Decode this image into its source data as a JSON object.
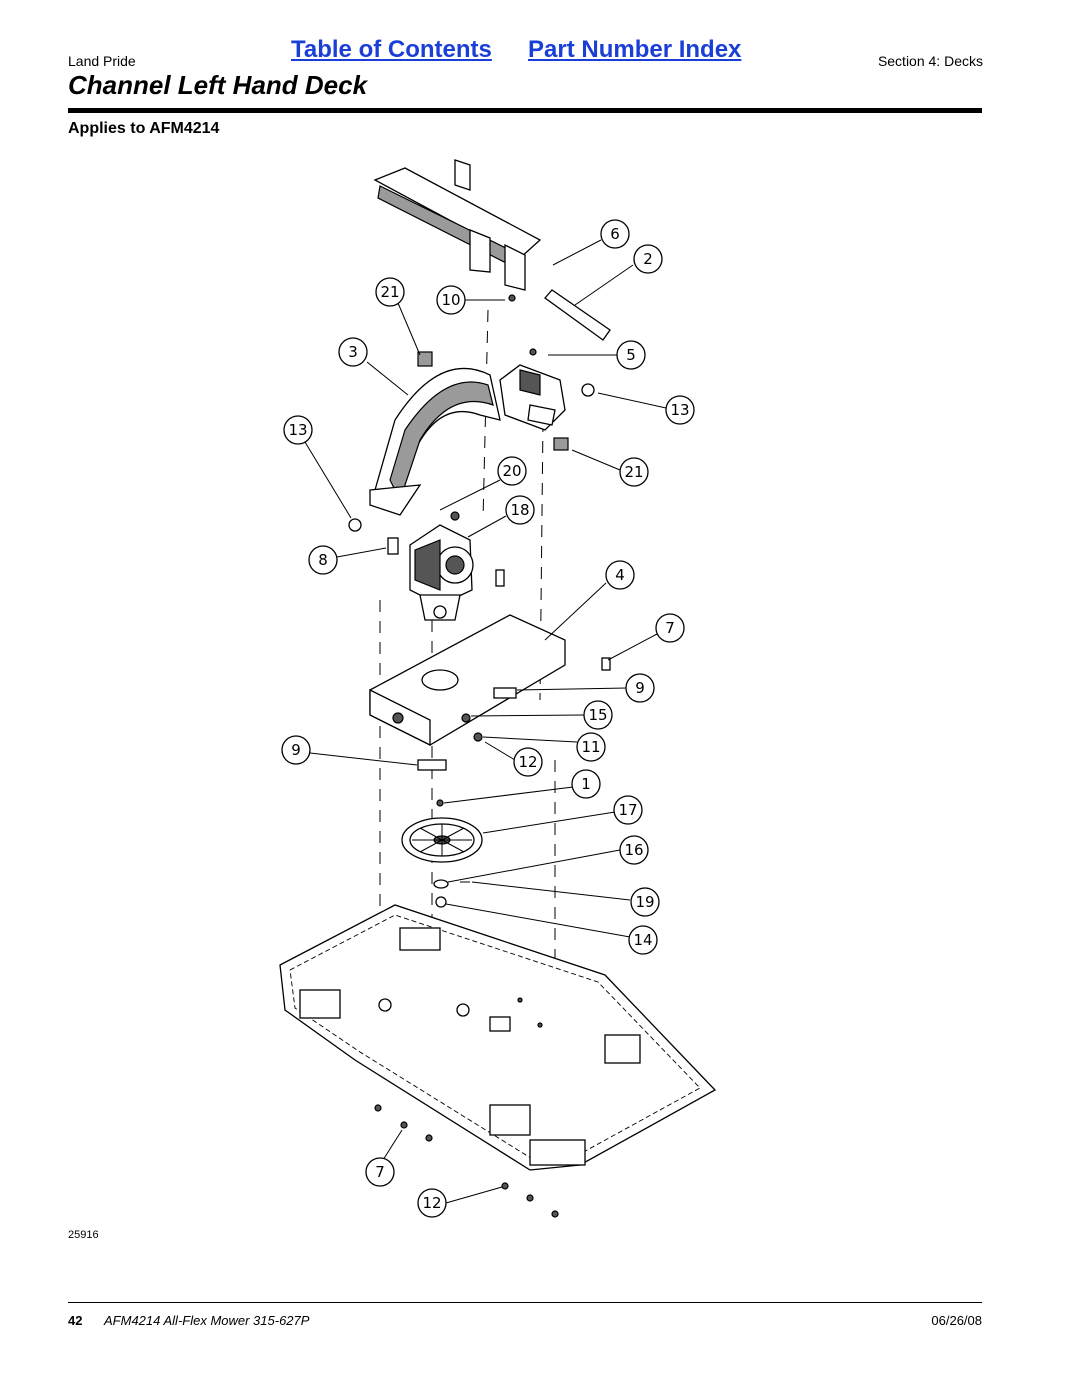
{
  "header": {
    "brand": "Land Pride",
    "toc_link": "Table of Contents",
    "part_index_link": "Part Number Index",
    "section": "Section 4: Decks"
  },
  "page_title": "Channel Left Hand Deck",
  "applies_to": "Applies to AFM4214",
  "diagram": {
    "figure_number": "25916",
    "callouts": [
      "6",
      "2",
      "21",
      "10",
      "3",
      "5",
      "13",
      "13",
      "20",
      "21",
      "18",
      "8",
      "4",
      "7",
      "9",
      "15",
      "9",
      "11",
      "12",
      "1",
      "17",
      "16",
      "19",
      "14",
      "7",
      "12"
    ]
  },
  "footer": {
    "page_number": "42",
    "manual_title": "AFM4214 All-Flex Mower 315-627P",
    "date": "06/26/08"
  }
}
